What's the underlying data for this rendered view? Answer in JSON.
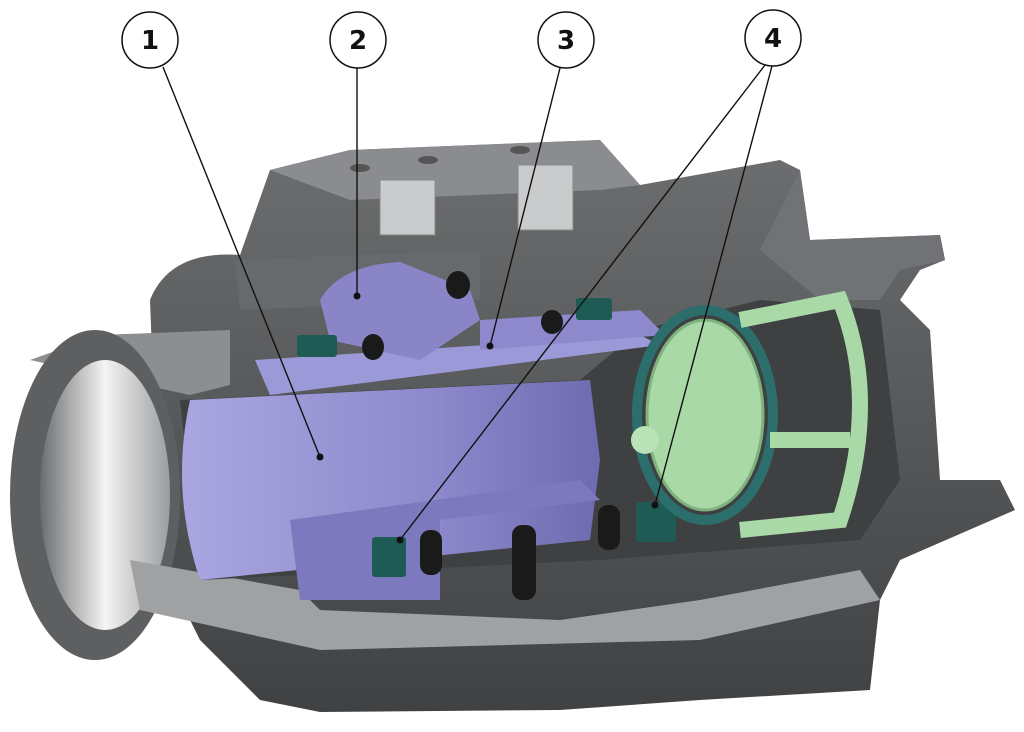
{
  "callouts": [
    {
      "label": "1"
    },
    {
      "label": "2"
    },
    {
      "label": "3"
    },
    {
      "label": "4"
    }
  ],
  "colors": {
    "housing_dark": "#5a5c5e",
    "housing_mid": "#7b7d80",
    "housing_light": "#a3a5a8",
    "rotor_purple": "#8f8ccf",
    "rotor_purple_dark": "#6f6bb0",
    "seal_teal": "#1f5b55",
    "valve_green": "#a8d9a6",
    "oring_teal": "#2b6e6b"
  }
}
